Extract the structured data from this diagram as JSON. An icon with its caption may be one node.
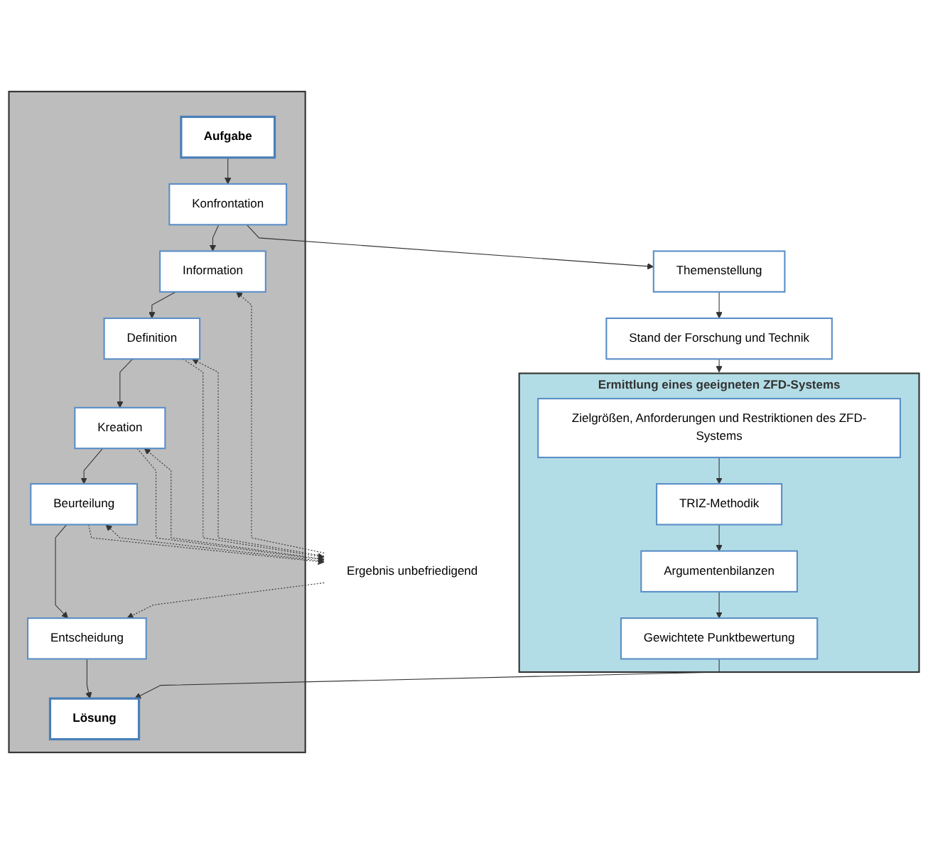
{
  "diagram": {
    "nodes": [
      {
        "text": [],
        "shape": "box"
      },
      {
        "text": [
          "Aufgabe"
        ],
        "in": 0
      },
      {
        "text": [
          "Konfrontation"
        ],
        "in": 0
      },
      {
        "text": [
          "Information"
        ],
        "in": 0
      },
      {
        "text": [
          "Definition"
        ],
        "in": 0
      },
      {
        "text": [
          "Kreation"
        ],
        "in": 0
      },
      {
        "text": [
          "Beurteilung"
        ],
        "in": 0
      },
      {
        "text": [
          "Entscheidung"
        ],
        "in": 0
      },
      {
        "text": [
          "Lösung"
        ],
        "in": 0
      },
      {
        "text": [
          "Ergebnis unbefriedigend"
        ]
      },
      {
        "text": [
          "Themenstellung"
        ]
      },
      {
        "text": [
          "Stand der Forschung und Technik"
        ]
      },
      {
        "text": [
          "Ermittlung eines geeigneten ZFD-Systems"
        ]
      },
      {
        "text": [
          "Zielgrößen, Anforderungen und Restriktionen des ZFD-Systems"
        ],
        "in": 12
      },
      {
        "text": [
          "TRIZ-Methodik"
        ],
        "in": 12
      },
      {
        "text": [
          "Argumentenbilanzen"
        ],
        "in": 12
      },
      {
        "text": [
          "Gewichtete Punktbewertung"
        ],
        "in": 12
      }
    ],
    "edges": [
      {
        "from": 1,
        "to": 2,
        "arrow": "to"
      },
      {
        "from": 2,
        "to": 3,
        "arrow": "to"
      },
      {
        "from": 3,
        "to": 4,
        "arrow": "to"
      },
      {
        "from": 4,
        "to": 5,
        "arrow": "to"
      },
      {
        "from": 5,
        "to": 6,
        "arrow": "to"
      },
      {
        "from": 6,
        "to": 7,
        "arrow": "to"
      },
      {
        "from": 7,
        "to": 8,
        "arrow": "to"
      },
      {
        "from": 2,
        "to": 10,
        "arrow": "to"
      },
      {
        "from": 10,
        "to": 11,
        "arrow": "to"
      },
      {
        "from": 11,
        "to": 12,
        "arrow": "to"
      },
      {
        "from": 13,
        "to": 14,
        "arrow": "to"
      },
      {
        "from": 14,
        "to": 15,
        "arrow": "to"
      },
      {
        "from": 15,
        "to": 16,
        "arrow": "to"
      },
      {
        "from": 16,
        "to": 8,
        "arrow": "to"
      },
      {
        "from": 4,
        "to": 9,
        "arrow": "to",
        "style": "dashed"
      },
      {
        "from": 5,
        "to": 9,
        "arrow": "to",
        "style": "dashed"
      },
      {
        "from": 6,
        "to": 9,
        "arrow": "to",
        "style": "dashed"
      },
      {
        "from": 9,
        "to": 3,
        "arrow": "to",
        "style": "dashed"
      },
      {
        "from": 9,
        "to": 4,
        "arrow": "to",
        "style": "dashed"
      },
      {
        "from": 9,
        "to": 5,
        "arrow": "to",
        "style": "dashed"
      },
      {
        "from": 9,
        "to": 6,
        "arrow": "to",
        "style": "dashed"
      },
      {
        "from": 9,
        "to": 7,
        "arrow": "to",
        "style": "dashed"
      }
    ]
  }
}
